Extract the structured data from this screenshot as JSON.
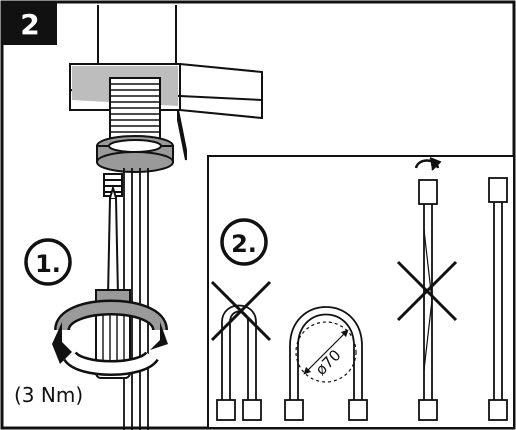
{
  "step": {
    "number": "2"
  },
  "callouts": {
    "first": "1.",
    "second": "2."
  },
  "torque": "(3 Nm)",
  "bend": {
    "diameter_label": "ø70"
  },
  "colors": {
    "badge_bg": "#111111",
    "badge_text": "#ffffff",
    "line": "#111111",
    "shade": "#9a9a9a",
    "light_shade": "#cfcfcf"
  }
}
